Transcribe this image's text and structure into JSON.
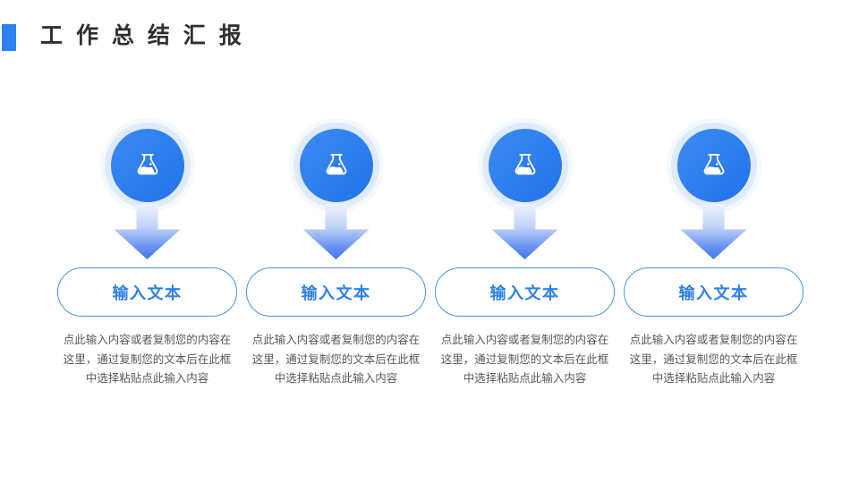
{
  "header": {
    "title": "工 作 总 结 汇 报"
  },
  "columns": [
    {
      "icon": "flask-icon",
      "button_label": "输入文本",
      "description": "点此输入内容或者复制您的内容在这里，通过复制您的文本后在此框中选择粘贴点此输入内容"
    },
    {
      "icon": "flask-icon",
      "button_label": "输入文本",
      "description": "点此输入内容或者复制您的内容在这里，通过复制您的文本后在此框中选择粘贴点此输入内容"
    },
    {
      "icon": "flask-icon",
      "button_label": "输入文本",
      "description": "点此输入内容或者复制您的内容在这里，通过复制您的文本后在此框中选择粘贴点此输入内容"
    },
    {
      "icon": "flask-icon",
      "button_label": "输入文本",
      "description": "点此输入内容或者复制您的内容在这里，通过复制您的文本后在此框中选择粘贴点此输入内容"
    }
  ],
  "colors": {
    "accent": "#2e82f0",
    "title_text": "#2f2f2f",
    "circle_blue_1": "#3b8af3",
    "circle_blue_2": "#2173e9",
    "arrow_top": "#eef2fc",
    "arrow_bottom": "#3d76ec",
    "pill_border": "#4a94e2",
    "pill_text": "#2e80e8",
    "desc_text": "#595959"
  }
}
